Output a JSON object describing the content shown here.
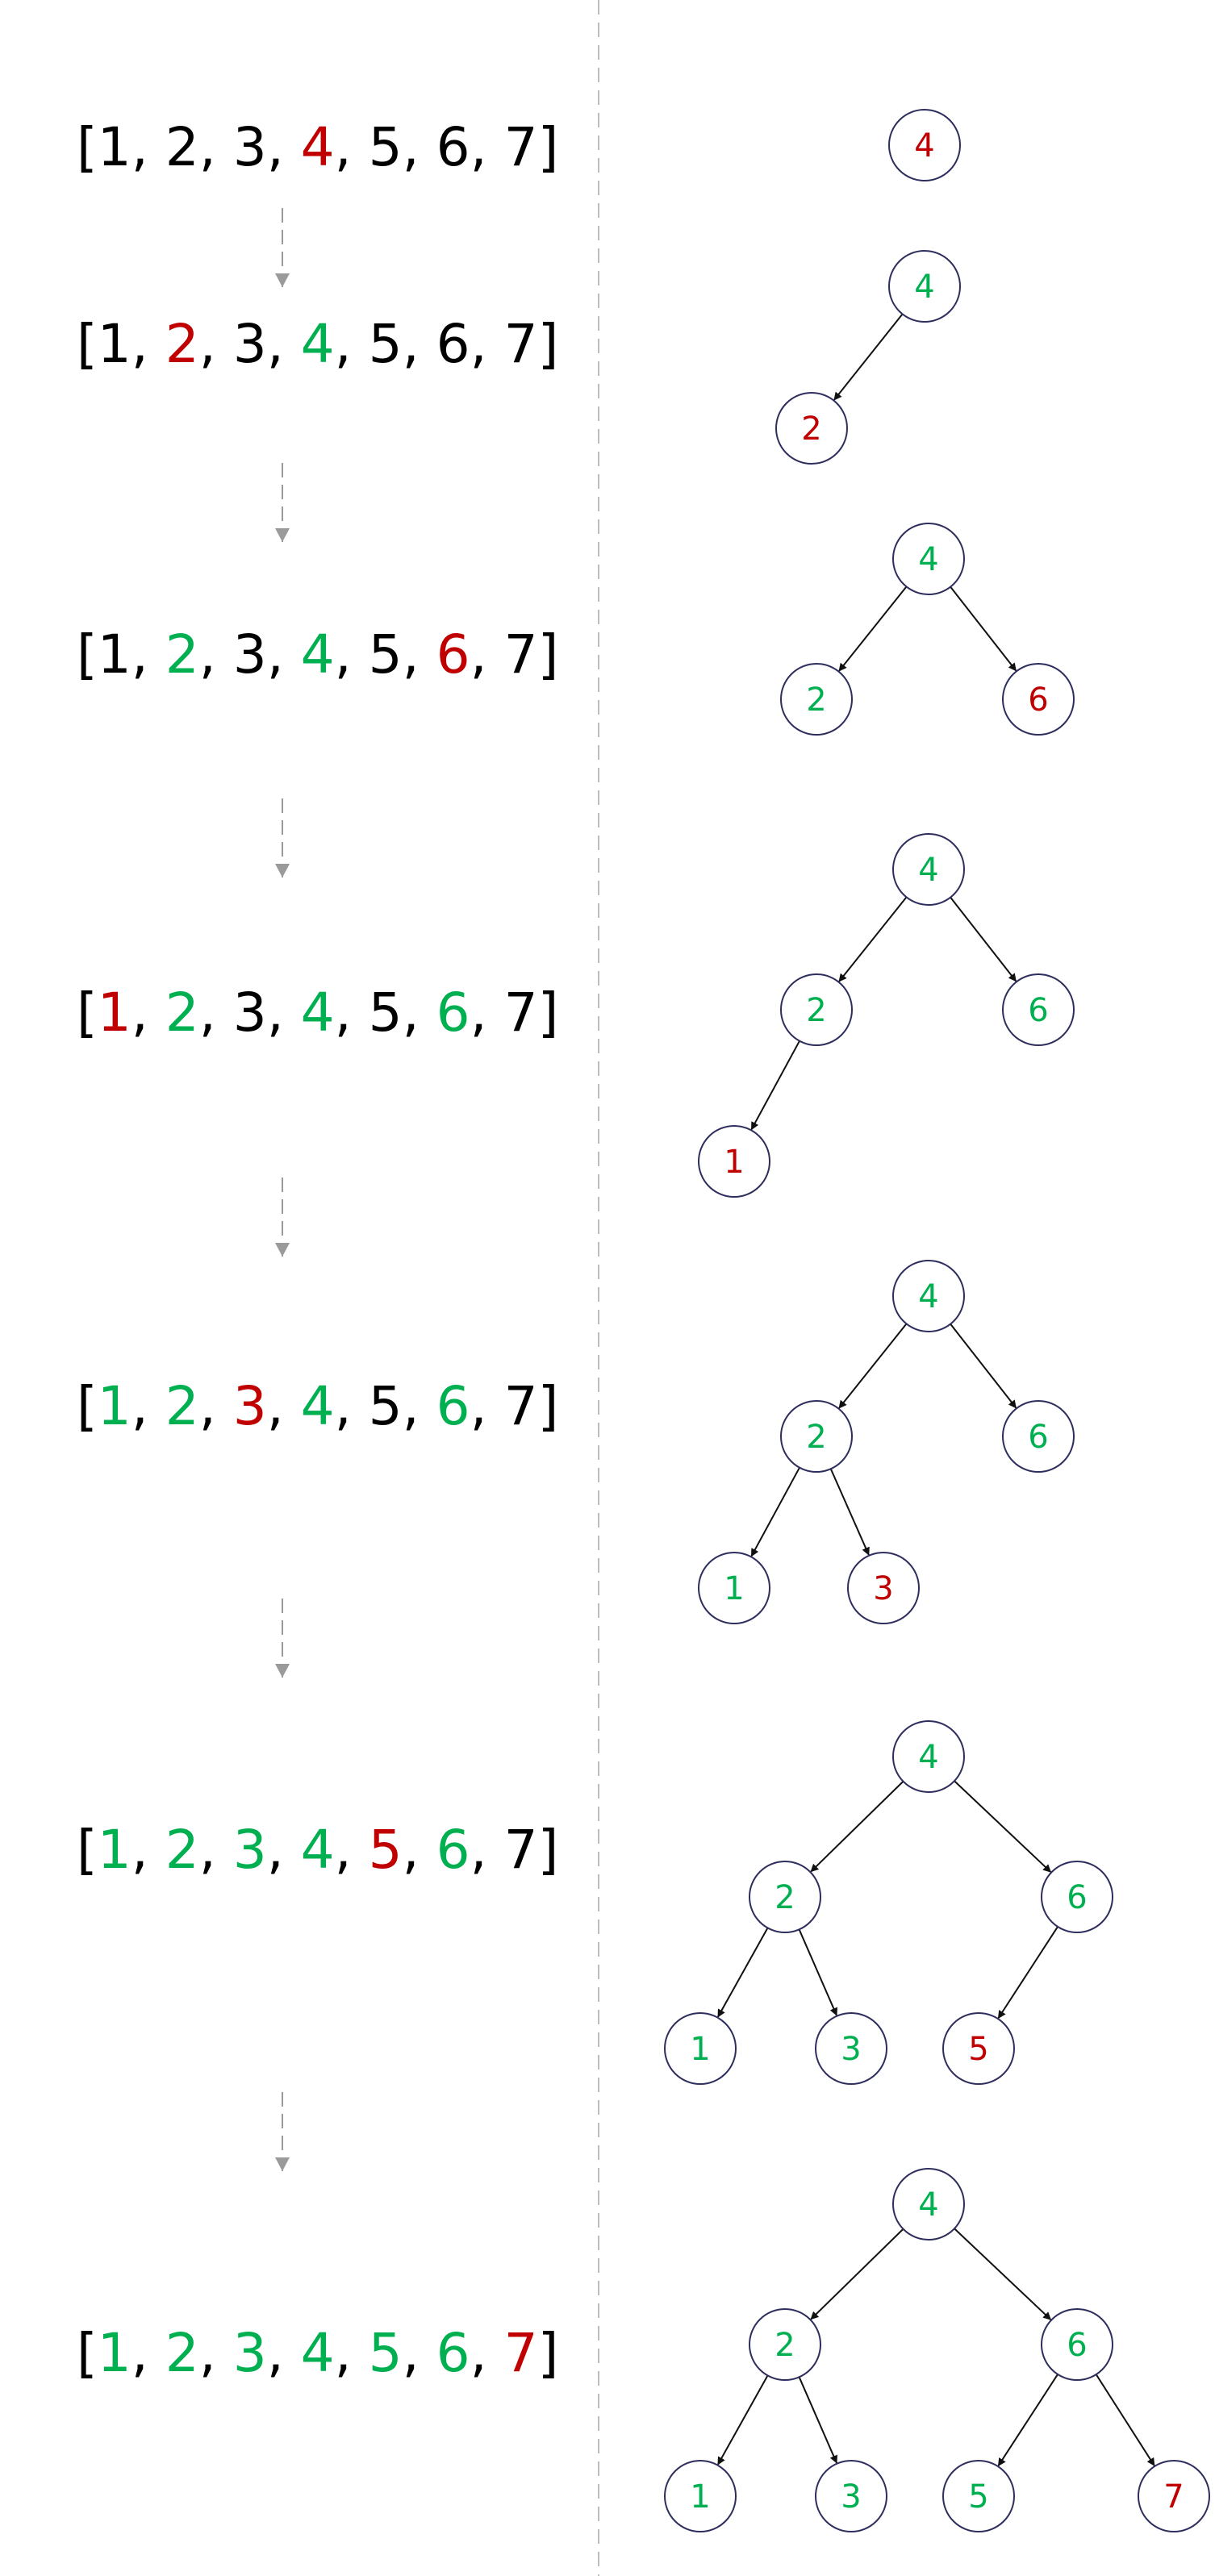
{
  "colors": {
    "plain": "#000000",
    "done": "#00b050",
    "current": "#c00000",
    "node_stroke": "#2e2e5e",
    "edge": "#111111",
    "step_arrow": "#9a9a9a",
    "divider": "#bdbdbd"
  },
  "array": [
    "1",
    "2",
    "3",
    "4",
    "5",
    "6",
    "7"
  ],
  "steps": [
    {
      "states": [
        "plain",
        "plain",
        "plain",
        "current",
        "plain",
        "plain",
        "plain"
      ],
      "nodes": [
        {
          "id": "n4",
          "label": "4",
          "state": "current"
        }
      ],
      "edges": []
    },
    {
      "states": [
        "plain",
        "current",
        "plain",
        "done",
        "plain",
        "plain",
        "plain"
      ],
      "nodes": [
        {
          "id": "n4",
          "label": "4",
          "state": "done"
        },
        {
          "id": "n2",
          "label": "2",
          "state": "current"
        }
      ],
      "edges": [
        [
          "n4",
          "n2"
        ]
      ]
    },
    {
      "states": [
        "plain",
        "done",
        "plain",
        "done",
        "plain",
        "current",
        "plain"
      ],
      "nodes": [
        {
          "id": "n4",
          "label": "4",
          "state": "done"
        },
        {
          "id": "n2",
          "label": "2",
          "state": "done"
        },
        {
          "id": "n6",
          "label": "6",
          "state": "current"
        }
      ],
      "edges": [
        [
          "n4",
          "n2"
        ],
        [
          "n4",
          "n6"
        ]
      ]
    },
    {
      "states": [
        "current",
        "done",
        "plain",
        "done",
        "plain",
        "done",
        "plain"
      ],
      "nodes": [
        {
          "id": "n4",
          "label": "4",
          "state": "done"
        },
        {
          "id": "n2",
          "label": "2",
          "state": "done"
        },
        {
          "id": "n6",
          "label": "6",
          "state": "done"
        },
        {
          "id": "n1",
          "label": "1",
          "state": "current"
        }
      ],
      "edges": [
        [
          "n4",
          "n2"
        ],
        [
          "n4",
          "n6"
        ],
        [
          "n2",
          "n1"
        ]
      ]
    },
    {
      "states": [
        "done",
        "done",
        "current",
        "done",
        "plain",
        "done",
        "plain"
      ],
      "nodes": [
        {
          "id": "n4",
          "label": "4",
          "state": "done"
        },
        {
          "id": "n2",
          "label": "2",
          "state": "done"
        },
        {
          "id": "n6",
          "label": "6",
          "state": "done"
        },
        {
          "id": "n1",
          "label": "1",
          "state": "done"
        },
        {
          "id": "n3",
          "label": "3",
          "state": "current"
        }
      ],
      "edges": [
        [
          "n4",
          "n2"
        ],
        [
          "n4",
          "n6"
        ],
        [
          "n2",
          "n1"
        ],
        [
          "n2",
          "n3"
        ]
      ]
    },
    {
      "states": [
        "done",
        "done",
        "done",
        "done",
        "current",
        "done",
        "plain"
      ],
      "nodes": [
        {
          "id": "n4",
          "label": "4",
          "state": "done"
        },
        {
          "id": "n2",
          "label": "2",
          "state": "done"
        },
        {
          "id": "n6",
          "label": "6",
          "state": "done"
        },
        {
          "id": "n1",
          "label": "1",
          "state": "done"
        },
        {
          "id": "n3",
          "label": "3",
          "state": "done"
        },
        {
          "id": "n5",
          "label": "5",
          "state": "current"
        }
      ],
      "edges": [
        [
          "n4",
          "n2"
        ],
        [
          "n4",
          "n6"
        ],
        [
          "n2",
          "n1"
        ],
        [
          "n2",
          "n3"
        ],
        [
          "n6",
          "n5"
        ]
      ]
    },
    {
      "states": [
        "done",
        "done",
        "done",
        "done",
        "done",
        "done",
        "current"
      ],
      "nodes": [
        {
          "id": "n4",
          "label": "4",
          "state": "done"
        },
        {
          "id": "n2",
          "label": "2",
          "state": "done"
        },
        {
          "id": "n6",
          "label": "6",
          "state": "done"
        },
        {
          "id": "n1",
          "label": "1",
          "state": "done"
        },
        {
          "id": "n3",
          "label": "3",
          "state": "done"
        },
        {
          "id": "n5",
          "label": "5",
          "state": "done"
        },
        {
          "id": "n7",
          "label": "7",
          "state": "current"
        }
      ],
      "edges": [
        [
          "n4",
          "n2"
        ],
        [
          "n4",
          "n6"
        ],
        [
          "n2",
          "n1"
        ],
        [
          "n2",
          "n3"
        ],
        [
          "n6",
          "n5"
        ],
        [
          "n6",
          "n7"
        ]
      ]
    }
  ]
}
